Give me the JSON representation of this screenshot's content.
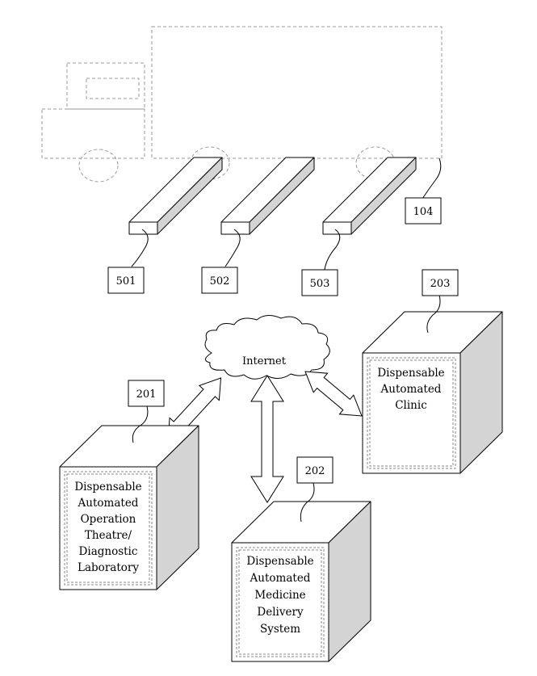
{
  "truck": {
    "label": "104"
  },
  "bars": [
    {
      "label": "501"
    },
    {
      "label": "502"
    },
    {
      "label": "503"
    }
  ],
  "network": {
    "label": "Internet"
  },
  "units": [
    {
      "id": "201",
      "lines": [
        "Dispensable",
        "Automated",
        "Operation",
        "Theatre/",
        "Diagnostic",
        "Laboratory"
      ]
    },
    {
      "id": "202",
      "lines": [
        "Dispensable",
        "Automated",
        "Medicine",
        "Delivery",
        "System"
      ]
    },
    {
      "id": "203",
      "lines": [
        "Dispensable",
        "Automated",
        "Clinic"
      ]
    }
  ],
  "colors": {
    "stroke": "#000000",
    "dashed": "#999999",
    "side_fill": "#d4d4d4",
    "inner_dash": "#888888"
  }
}
